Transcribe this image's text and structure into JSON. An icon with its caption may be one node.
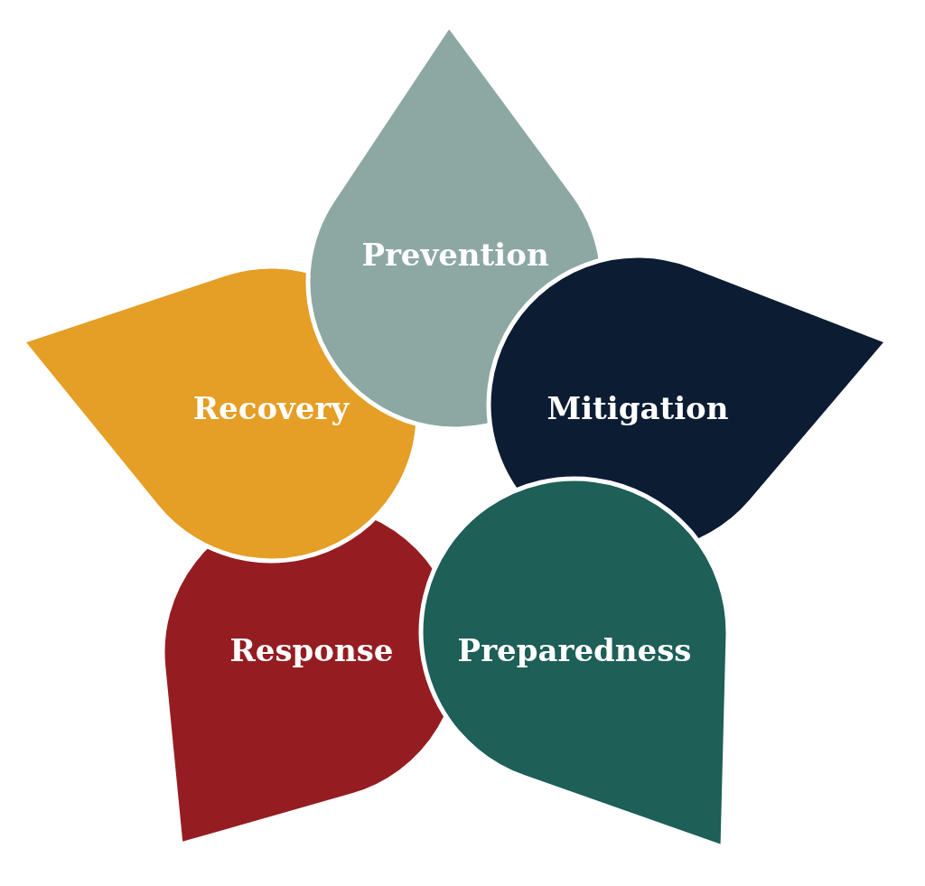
{
  "diagram": {
    "nodes": [
      {
        "text": [
          "Prevention"
        ]
      },
      {
        "text": [
          "Recovery"
        ]
      },
      {
        "text": [
          "Mitigation"
        ]
      },
      {
        "text": [
          "Response"
        ]
      },
      {
        "text": [
          "Preparedness"
        ]
      }
    ]
  }
}
